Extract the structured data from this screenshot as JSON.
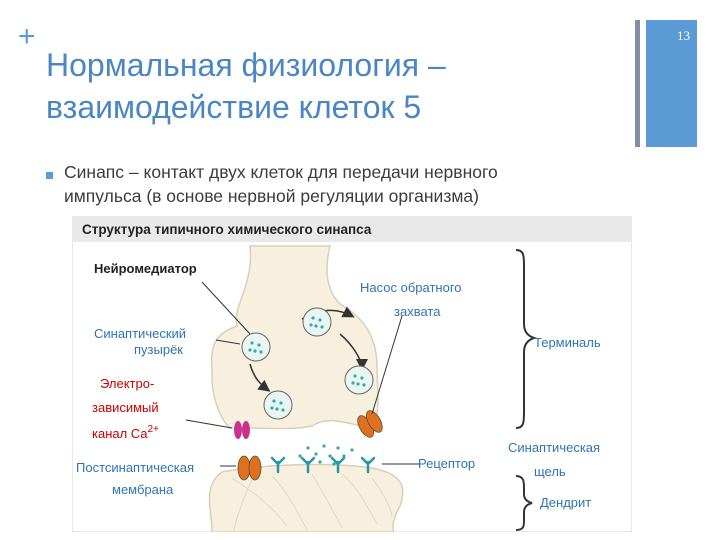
{
  "slide": {
    "title_line1": "Нормальная физиология –",
    "title_line2": "взаимодействие клеток 5",
    "page_number": "13",
    "bullet": {
      "line1": "Синапс – контакт двух клеток для передачи нервного",
      "line2": "импульса (в основе нервной регуляции организма)"
    }
  },
  "diagram": {
    "header": "Структура типичного химического синапса",
    "labels": {
      "neurotransmitter": "Нейромедиатор",
      "vesicle_1": "Синаптический",
      "vesicle_2": "пузырёк",
      "ca_1": "Электро-",
      "ca_2": "зависимый",
      "ca_3": "канал Ca",
      "ca_sup": "2+",
      "postsyn_1": "Постсинаптическая",
      "postsyn_2": "мембрана",
      "reuptake_1": "Насос обратного",
      "reuptake_2": "захвата",
      "receptor": "Рецептор",
      "terminal": "Терминаль",
      "cleft_1": "Синаптическая",
      "cleft_2": "щель",
      "dendrite": "Дендрит"
    },
    "colors": {
      "label_blue": "#2e74b5",
      "label_red": "#cc0000",
      "cell_fill": "#f7f0df",
      "vesicle_fill": "#e8f5f3",
      "dot_color": "#3aa99f",
      "channel_orange": "#e07020",
      "channel_magenta": "#c8328c",
      "receptor_teal": "#2a96a8",
      "header_bg": "#e9e9e9"
    }
  }
}
